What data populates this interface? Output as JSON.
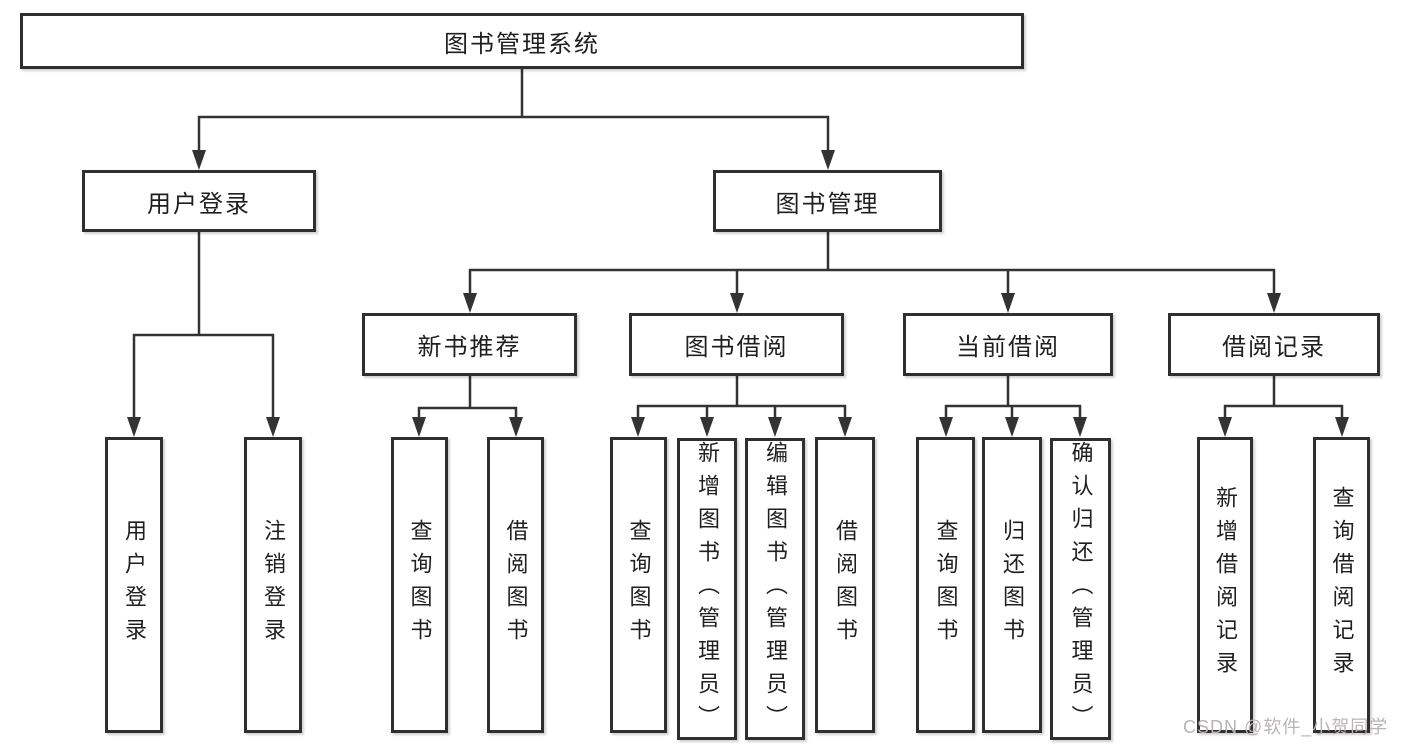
{
  "tree": {
    "label": "图书管理系统",
    "children": [
      {
        "label": "用户登录",
        "children": [
          {
            "label": "用户登录"
          },
          {
            "label": "注销登录"
          }
        ]
      },
      {
        "label": "图书管理",
        "children": [
          {
            "label": "新书推荐",
            "children": [
              {
                "label": "查询图书"
              },
              {
                "label": "借阅图书"
              }
            ]
          },
          {
            "label": "图书借阅",
            "children": [
              {
                "label": "查询图书"
              },
              {
                "label": "新增图书（管理员）"
              },
              {
                "label": "编辑图书（管理员）"
              },
              {
                "label": "借阅图书"
              }
            ]
          },
          {
            "label": "当前借阅",
            "children": [
              {
                "label": "查询图书"
              },
              {
                "label": "归还图书"
              },
              {
                "label": "确认归还（管理员）"
              }
            ]
          },
          {
            "label": "借阅记录",
            "children": [
              {
                "label": "新增借阅记录"
              },
              {
                "label": "查询借阅记录"
              }
            ]
          }
        ]
      }
    ]
  },
  "watermark": {
    "text": "CSDN @软件_小贺同学"
  },
  "colors": {
    "line": "#333333",
    "box_border": "#2f2f2f",
    "text": "#1f1f1f",
    "watermark": "#b9b4b6",
    "background": "#ffffff"
  }
}
